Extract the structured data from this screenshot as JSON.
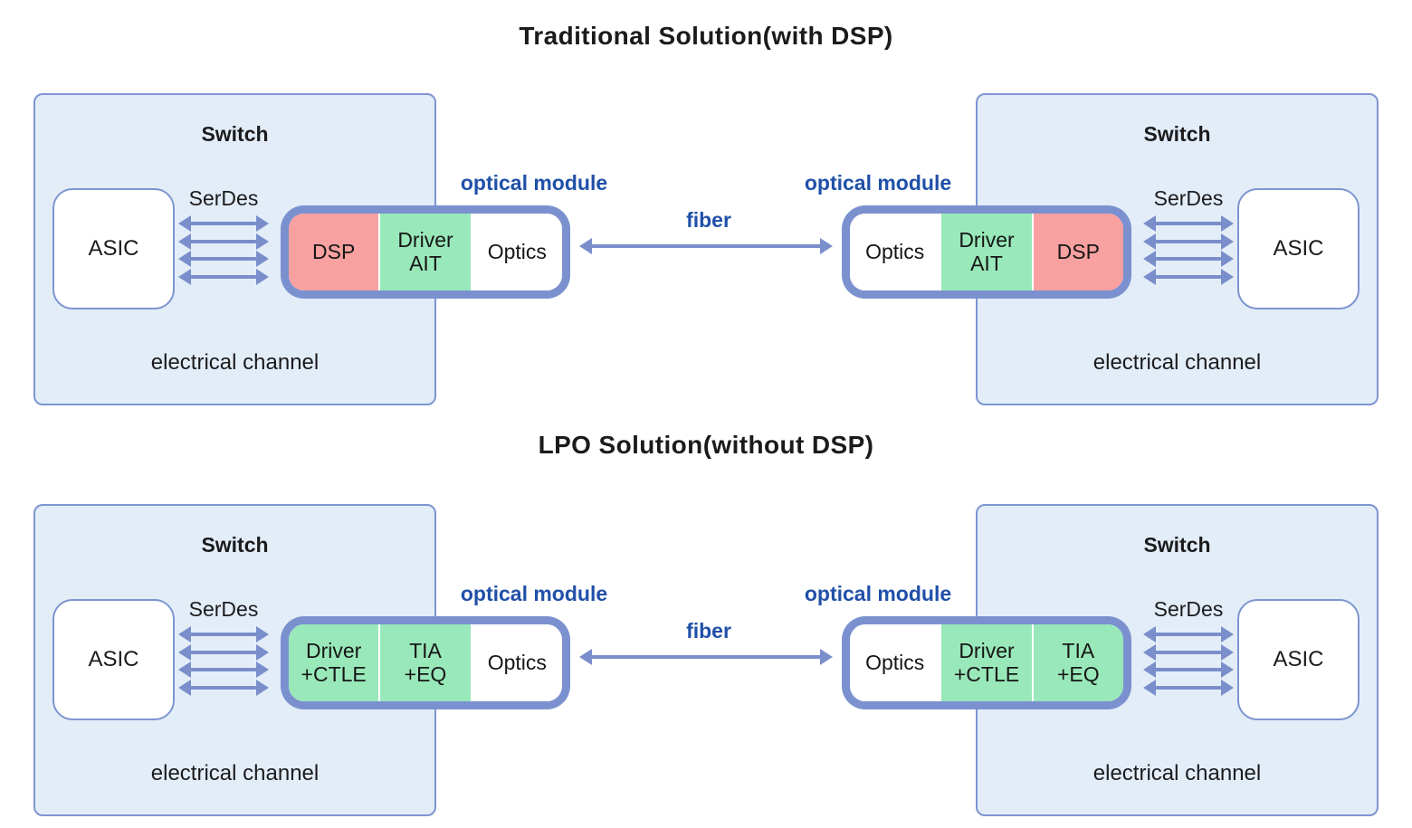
{
  "colors": {
    "switch_fill": "#e3edf8",
    "switch_border": "#7d95d0",
    "module_border": "#7b91cf",
    "segment_pink": "#f9a1a1",
    "segment_green": "#99e8ba",
    "segment_white": "#ffffff",
    "arrow": "#7a8ecb",
    "label_blue": "#2050a8",
    "text_dark": "#1d1d1f"
  },
  "sections": [
    {
      "title": "Traditional Solution(with DSP)",
      "fiber_label": "fiber",
      "left": {
        "switch_label": "Switch",
        "asic_label": "ASIC",
        "serdes_label": "SerDes",
        "channel_label": "electrical channel",
        "module_label": "optical module",
        "segments": [
          {
            "label": "DSP",
            "color": "pink"
          },
          {
            "label": "Driver\nAIT",
            "color": "green"
          },
          {
            "label": "Optics",
            "color": "white"
          }
        ]
      },
      "right": {
        "switch_label": "Switch",
        "asic_label": "ASIC",
        "serdes_label": "SerDes",
        "channel_label": "electrical channel",
        "module_label": "optical module",
        "segments": [
          {
            "label": "Optics",
            "color": "white"
          },
          {
            "label": "Driver\nAIT",
            "color": "green"
          },
          {
            "label": "DSP",
            "color": "pink"
          }
        ]
      }
    },
    {
      "title": "LPO Solution(without DSP)",
      "fiber_label": "fiber",
      "left": {
        "switch_label": "Switch",
        "asic_label": "ASIC",
        "serdes_label": "SerDes",
        "channel_label": "electrical channel",
        "module_label": "optical module",
        "segments": [
          {
            "label": "Driver\n+CTLE",
            "color": "green"
          },
          {
            "label": "TIA\n+EQ",
            "color": "green"
          },
          {
            "label": "Optics",
            "color": "white"
          }
        ]
      },
      "right": {
        "switch_label": "Switch",
        "asic_label": "ASIC",
        "serdes_label": "SerDes",
        "channel_label": "electrical channel",
        "module_label": "optical module",
        "segments": [
          {
            "label": "Optics",
            "color": "white"
          },
          {
            "label": "Driver\n+CTLE",
            "color": "green"
          },
          {
            "label": "TIA\n+EQ",
            "color": "green"
          }
        ]
      }
    }
  ]
}
